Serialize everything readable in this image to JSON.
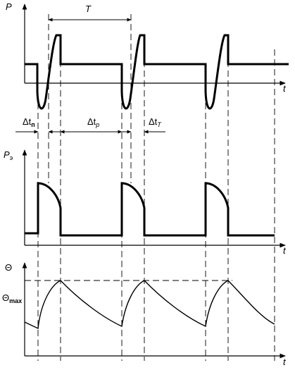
{
  "labels": {
    "top_axis_y": "P",
    "top_axis_x": "t",
    "period": "T",
    "dt_n_base": "Δt",
    "dt_n_sub": "п",
    "dt_p_base": "Δt",
    "dt_p_sub": "p",
    "dt_t_base": "Δt",
    "dt_t_sub": "T",
    "mid_axis_y_base": "P",
    "mid_axis_y_sub": "э",
    "mid_axis_x": "t",
    "bottom_axis_y": "Θ",
    "theta_max_base": "Θ",
    "theta_max_sub": "max",
    "bottom_axis_x": "t"
  }
}
